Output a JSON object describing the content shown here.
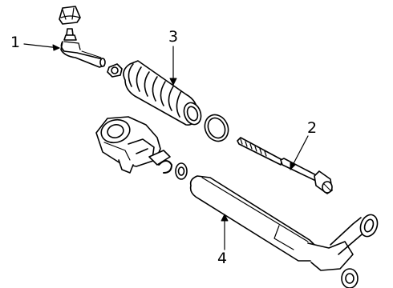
{
  "callouts": {
    "part1": "1",
    "part2": "2",
    "part3": "3",
    "part4": "4"
  },
  "style": {
    "ink": "#000000",
    "paper": "#ffffff"
  }
}
